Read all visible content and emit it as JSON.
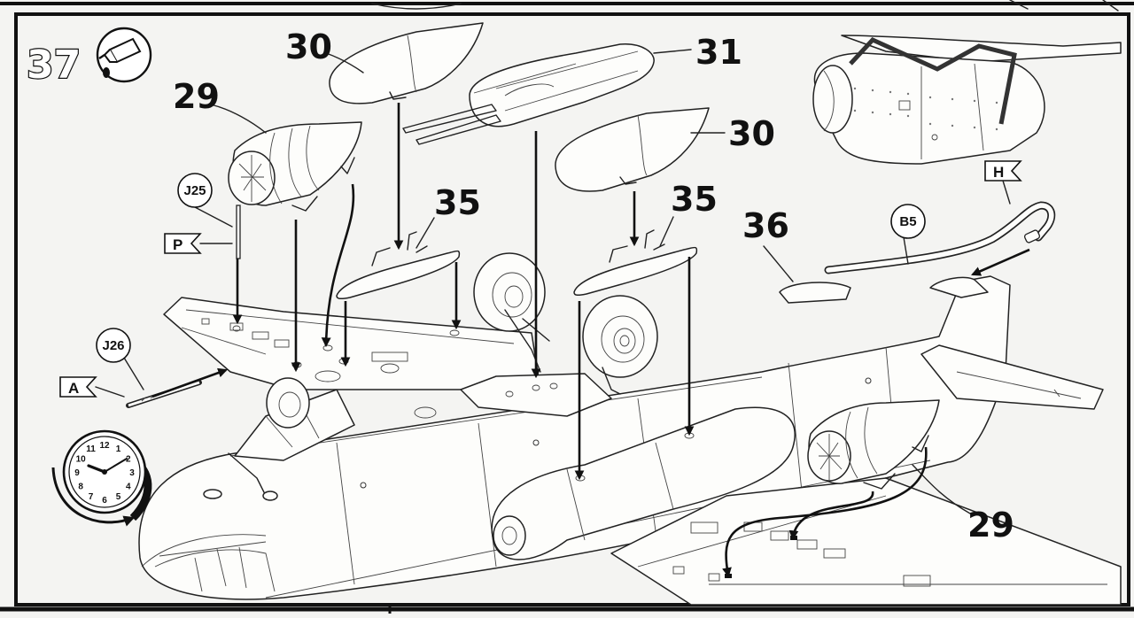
{
  "step": {
    "number": "37",
    "icon": "glue-tube-icon"
  },
  "callouts": {
    "p29_top": "29",
    "p30_left": "30",
    "p31": "31",
    "p30_right": "30",
    "p35_left": "35",
    "p35_right": "35",
    "p36": "36",
    "p29_bottom": "29",
    "j25": "J25",
    "j26": "J26",
    "b5": "B5"
  },
  "sprue_flags": {
    "p": "P",
    "a": "A",
    "h": "H"
  },
  "clock": {
    "numerals": [
      "12",
      "1",
      "2",
      "3",
      "4",
      "5",
      "6",
      "7",
      "8",
      "9",
      "10",
      "11"
    ]
  },
  "colors": {
    "ink": "#111111",
    "paper": "#f4f4f2",
    "part": "#fdfdfb",
    "grey": "#8a8a8a"
  }
}
